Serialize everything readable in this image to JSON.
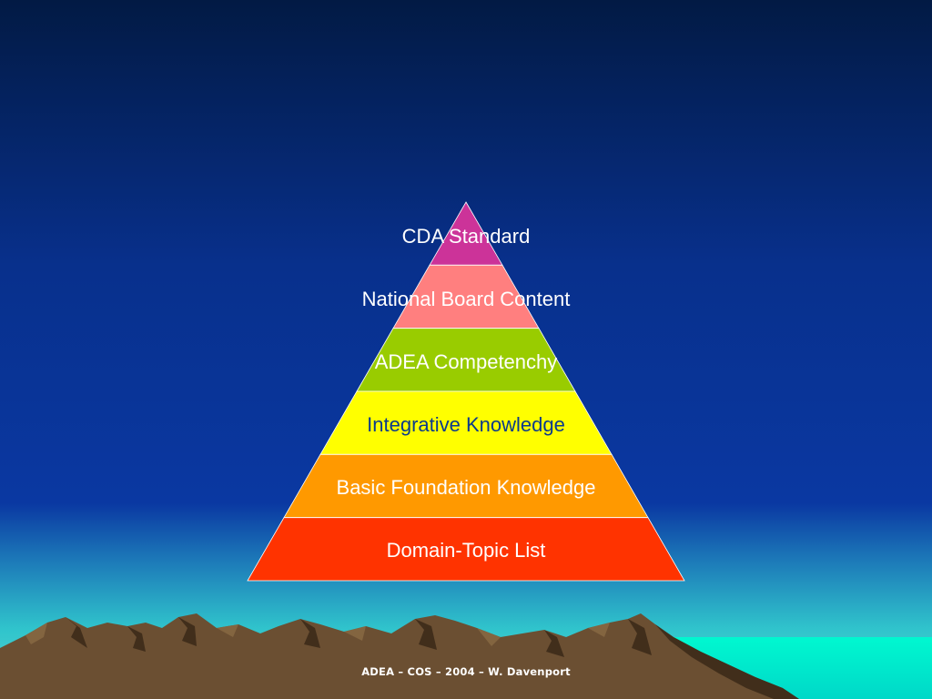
{
  "pyramid": {
    "tiers": [
      {
        "label": "CDA Standard",
        "fill": "#cc3399",
        "text_color": "#ffffff"
      },
      {
        "label": "National Board Content",
        "fill": "#ff7f7f",
        "text_color": "#ffffff"
      },
      {
        "label": "ADEA Competenchy",
        "fill": "#99cc00",
        "text_color": "#ffffff"
      },
      {
        "label": "Integrative Knowledge",
        "fill": "#ffff00",
        "text_color": "#0a3a8c"
      },
      {
        "label": "Basic Foundation Knowledge",
        "fill": "#ff9900",
        "text_color": "#ffffff"
      },
      {
        "label": "Domain-Topic List",
        "fill": "#ff3300",
        "text_color": "#ffffff"
      }
    ]
  },
  "footer": {
    "text": "ADEA – COS – 2004 – W. Davenport"
  },
  "colors": {
    "sky_top": "#021a44",
    "sky_mid": "#0a38a2",
    "horizon": "#30c4cc",
    "sea": "#00f0cc",
    "mountain": "#6b4f32",
    "mountain_shadow": "#3e2a18"
  }
}
